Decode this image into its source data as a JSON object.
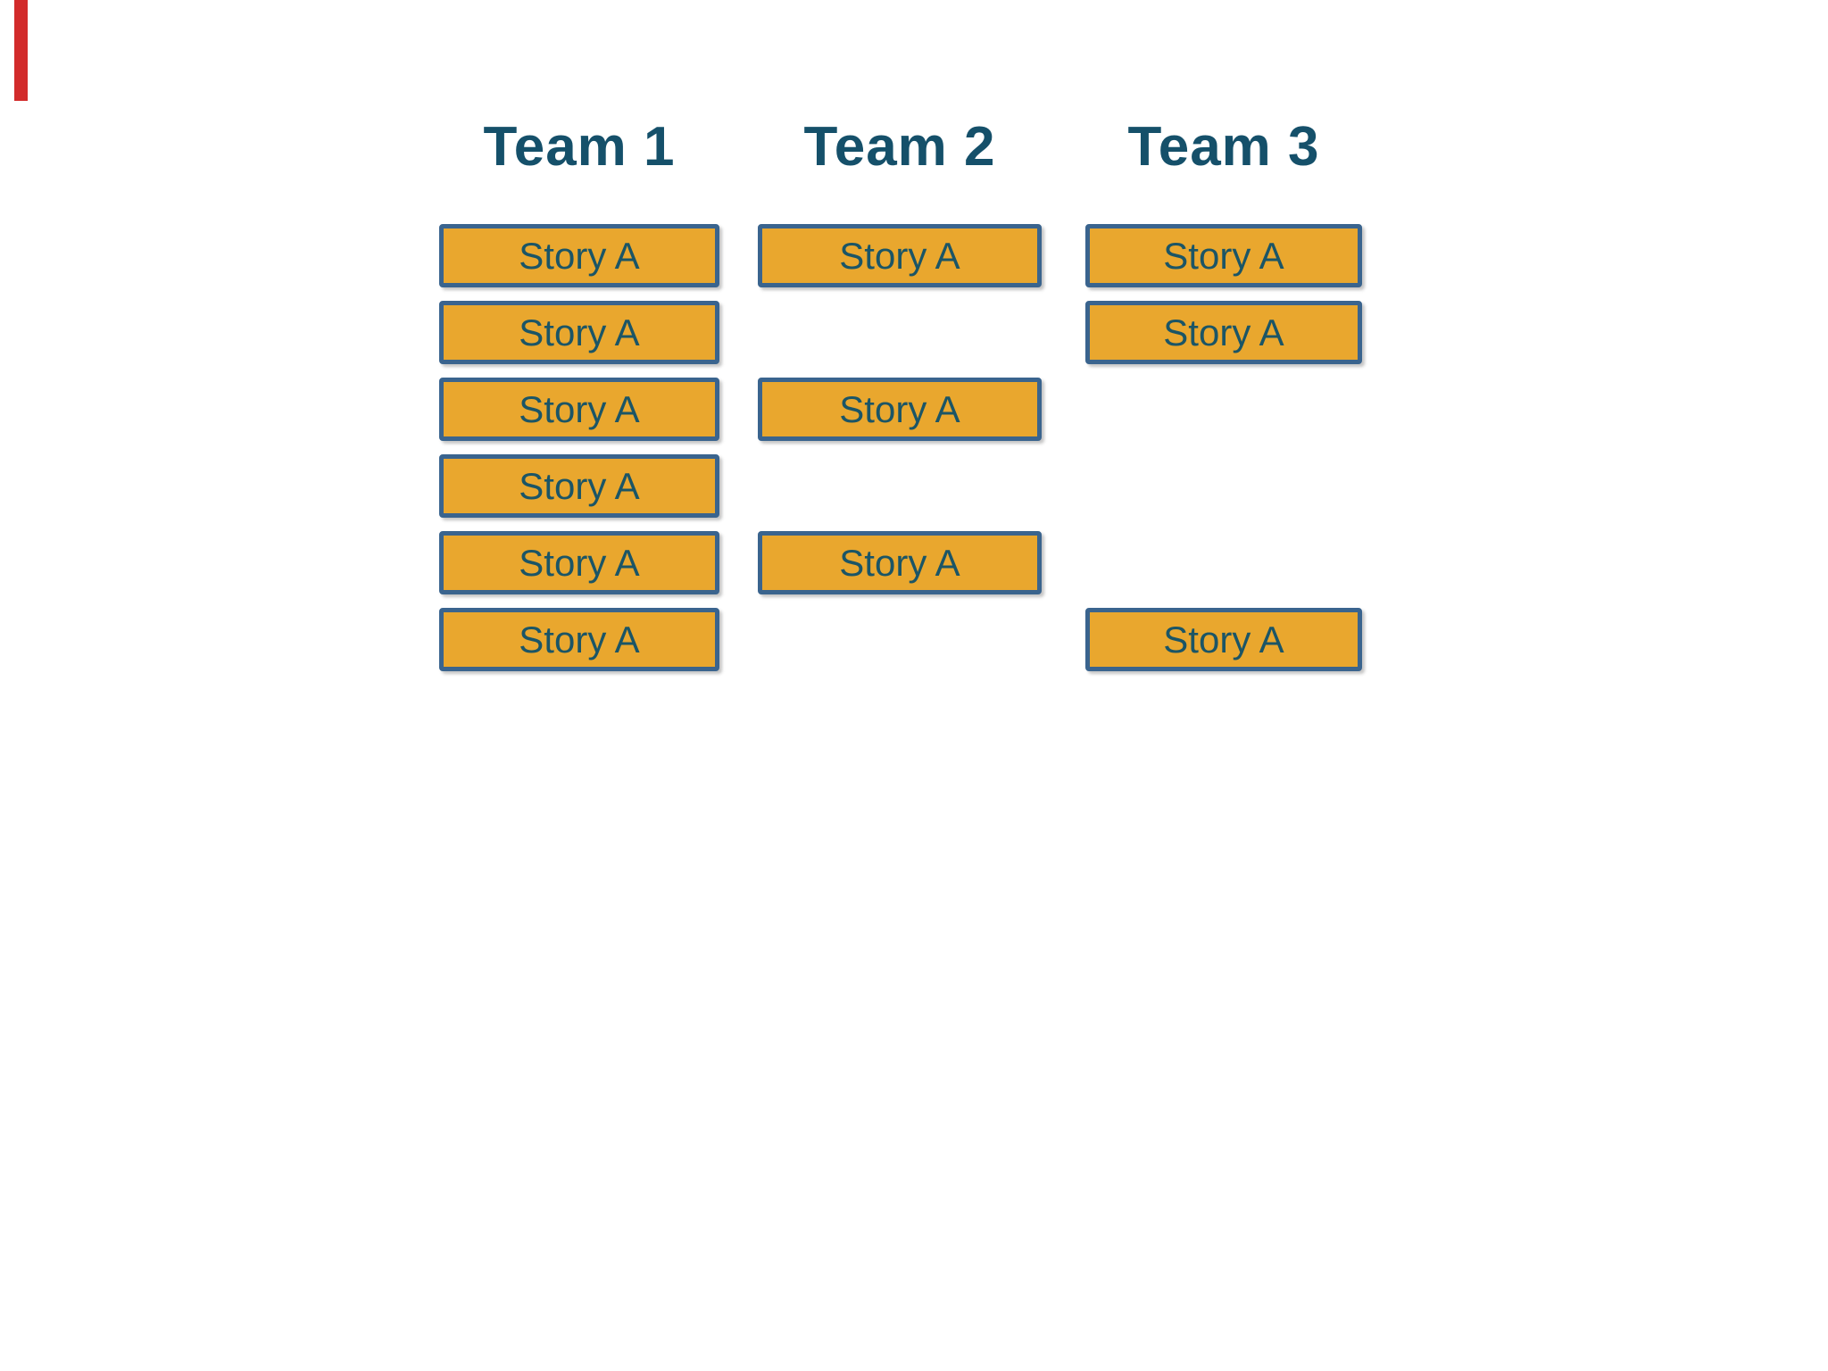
{
  "slide_title": "",
  "colors": {
    "background": "#ffffff",
    "header_text": "#15506a",
    "card_fill": "#e9a72e",
    "card_border": "#3a648e",
    "card_text": "#1b5566",
    "edge_marker": "#d22b2b"
  },
  "card": {
    "label": "Story A"
  },
  "columns": [
    {
      "id": "team-1",
      "header": "Team 1",
      "rows": [
        1,
        2,
        3,
        4,
        5,
        6
      ]
    },
    {
      "id": "team-2",
      "header": "Team 2",
      "rows": [
        1,
        3,
        5
      ]
    },
    {
      "id": "team-3",
      "header": "Team 3",
      "rows": [
        1,
        2,
        6
      ]
    }
  ]
}
